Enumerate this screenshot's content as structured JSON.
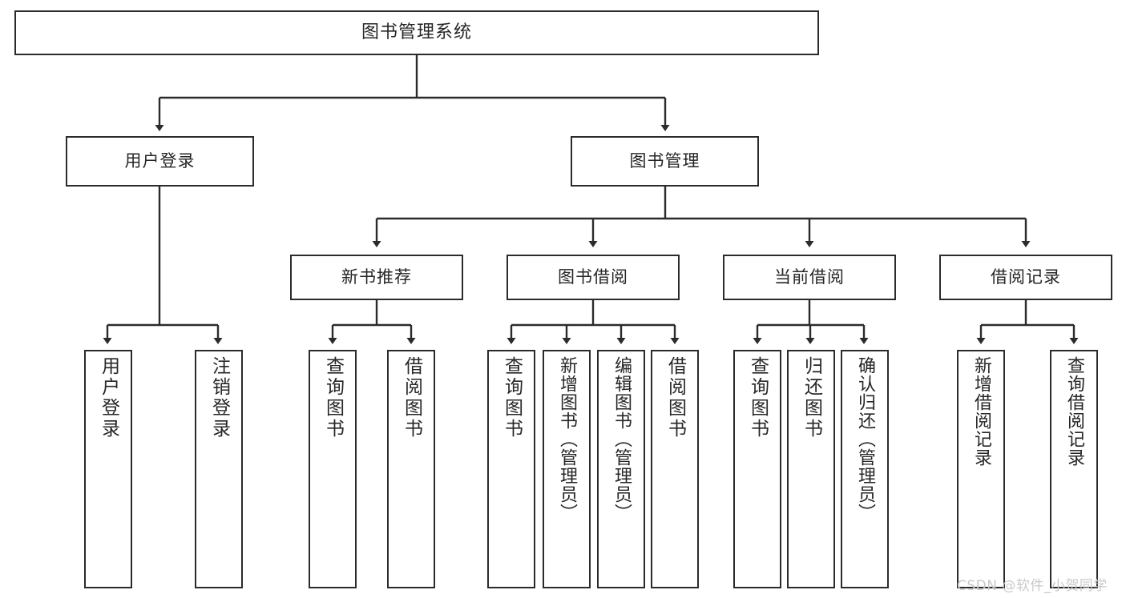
{
  "diagram": {
    "title": "图书管理系统",
    "type": "tree-hierarchy",
    "colors": {
      "box_border": "#2b2b2b",
      "box_fill": "#ffffff",
      "edge": "#2b2b2b",
      "text": "#262626",
      "watermark": "#c9c9c9",
      "background": "#ffffff"
    }
  },
  "nodes": {
    "root": {
      "label": "图书管理系统"
    },
    "level2": [
      {
        "id": "user-login",
        "label": "用户登录"
      },
      {
        "id": "book-manage",
        "label": "图书管理"
      }
    ],
    "level3": [
      {
        "id": "new-book-recommend",
        "label": "新书推荐"
      },
      {
        "id": "book-borrow",
        "label": "图书借阅"
      },
      {
        "id": "current-borrow",
        "label": "当前借阅"
      },
      {
        "id": "borrow-record",
        "label": "借阅记录"
      }
    ],
    "leaves": {
      "user_login": [
        {
          "id": "leaf-user-login",
          "label": "用户登录"
        },
        {
          "id": "leaf-logout",
          "label": "注销登录"
        }
      ],
      "new_book_recommend": [
        {
          "id": "leaf-query-book-1",
          "label": "查询图书"
        },
        {
          "id": "leaf-borrow-book-1",
          "label": "借阅图书"
        }
      ],
      "book_borrow": [
        {
          "id": "leaf-query-book-2",
          "label": "查询图书"
        },
        {
          "id": "leaf-add-book",
          "label": "新增图书（管理员）"
        },
        {
          "id": "leaf-edit-book",
          "label": "编辑图书（管理员）"
        },
        {
          "id": "leaf-borrow-book-2",
          "label": "借阅图书"
        }
      ],
      "current_borrow": [
        {
          "id": "leaf-query-book-3",
          "label": "查询图书"
        },
        {
          "id": "leaf-return-book",
          "label": "归还图书"
        },
        {
          "id": "leaf-confirm-return",
          "label": "确认归还（管理员）"
        }
      ],
      "borrow_record": [
        {
          "id": "leaf-add-record",
          "label": "新增借阅记录"
        },
        {
          "id": "leaf-query-record",
          "label": "查询借阅记录"
        }
      ]
    }
  },
  "watermark": {
    "text": "CSDN @软件_小贺同学"
  }
}
